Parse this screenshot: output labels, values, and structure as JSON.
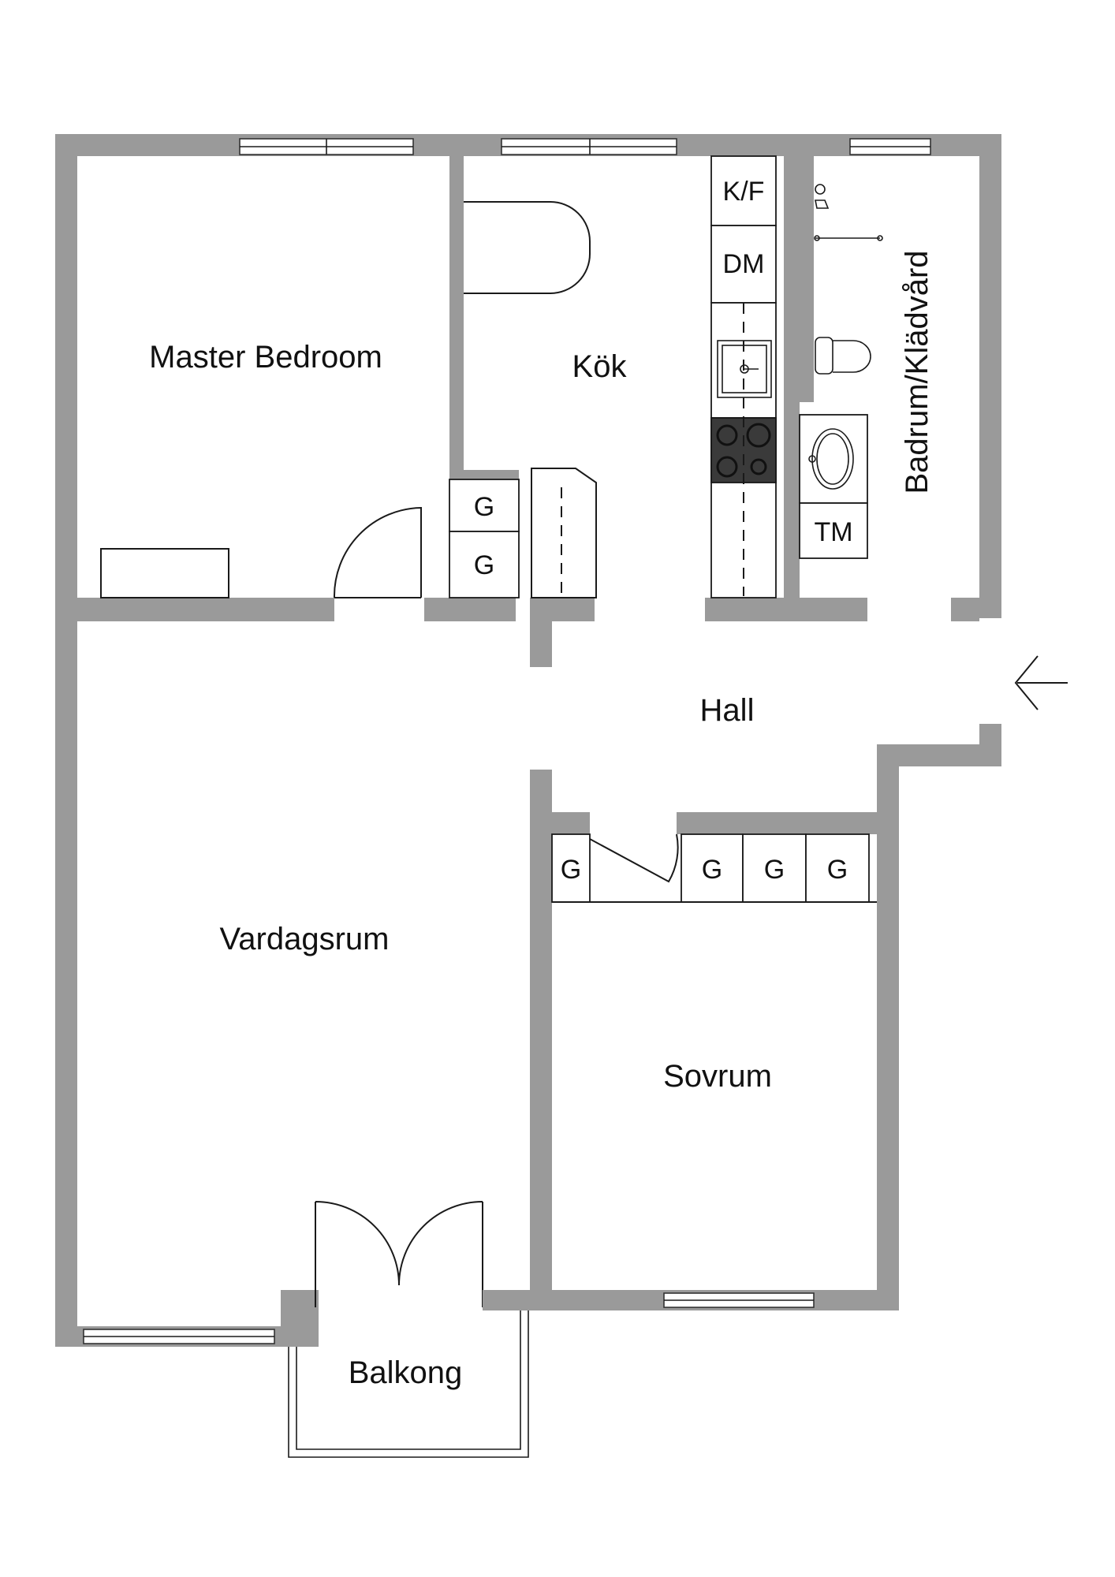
{
  "rooms": {
    "master_bedroom": "Master Bedroom",
    "kitchen": "Kök",
    "bathroom": "Badrum/Klädvård",
    "hall": "Hall",
    "living_room": "Vardagsrum",
    "bedroom": "Sovrum",
    "balcony": "Balkong"
  },
  "appliances": {
    "fridge_freezer": "K/F",
    "dishwasher": "DM",
    "dryer": "TM"
  },
  "wardrobes": {
    "hall_upper": "G",
    "hall_lower": "G",
    "sovrum_left": "G",
    "sovrum_1": "G",
    "sovrum_2": "G",
    "sovrum_3": "G"
  },
  "colors": {
    "wall": "#9a9a9a",
    "line": "#1a1a1a",
    "background": "#ffffff"
  },
  "icons": [
    "entrance-arrow-icon",
    "sink-icon",
    "stove-icon",
    "toilet-icon",
    "washbasin-icon",
    "shower-icon"
  ]
}
